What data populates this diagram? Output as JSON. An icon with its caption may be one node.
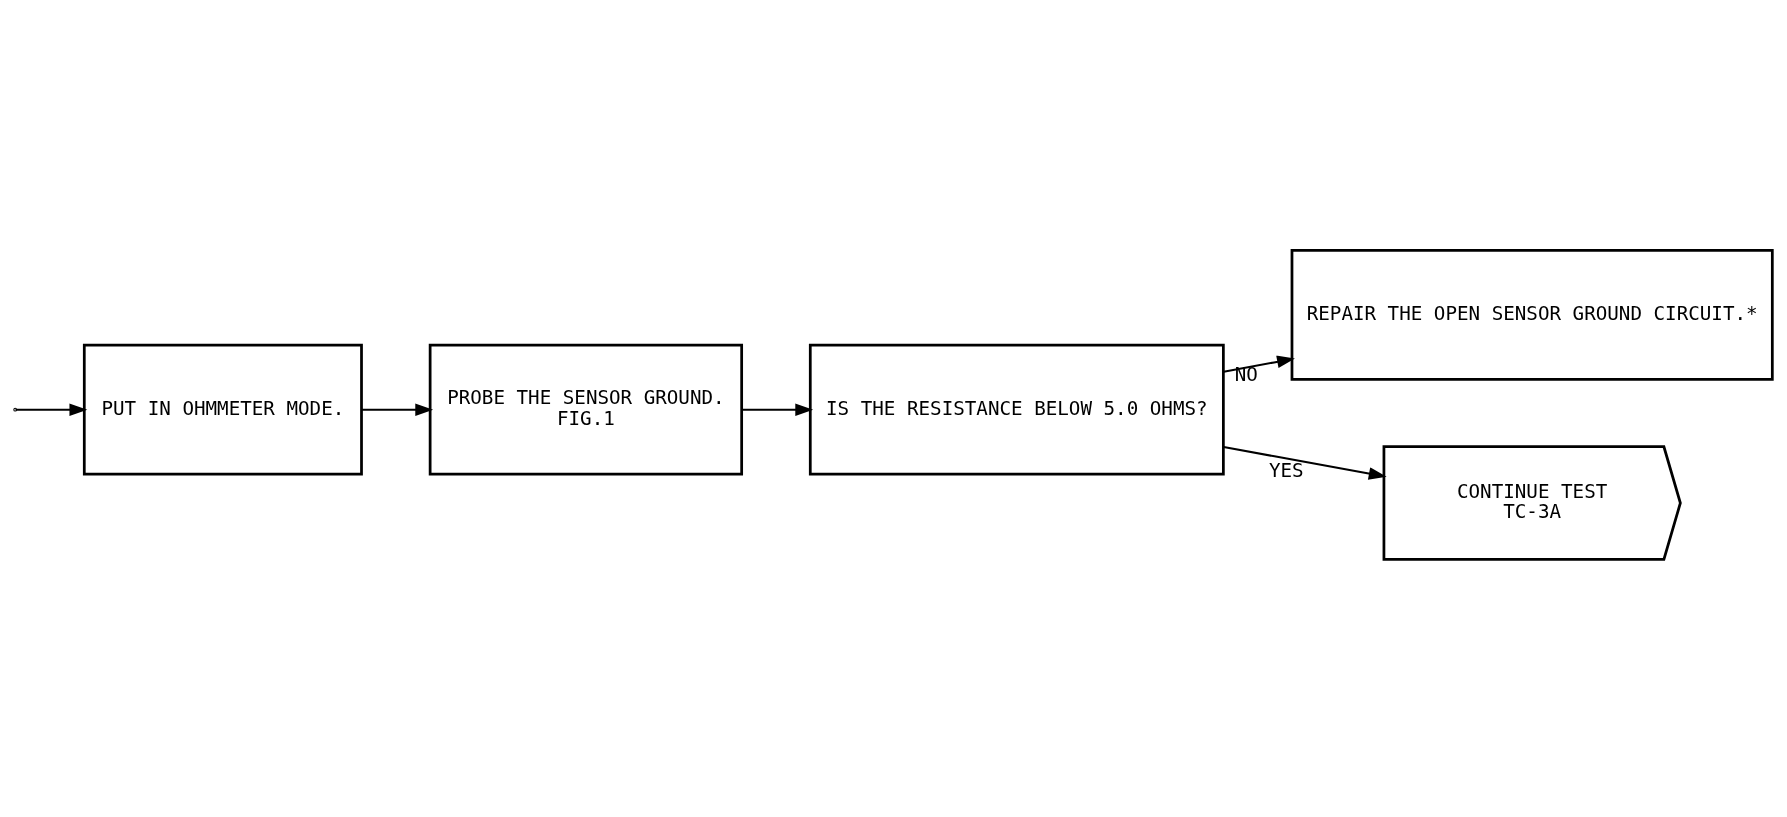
{
  "diagram": {
    "nodes": [
      {
        "text": [
          "PUT IN OHMMETER MODE."
        ]
      },
      {
        "text": [
          "PROBE THE SENSOR GROUND.",
          "FIG.1"
        ]
      },
      {
        "text": [
          "IS THE RESISTANCE BELOW 5.0 OHMS?"
        ]
      },
      {
        "text": [
          "REPAIR THE OPEN SENSOR GROUND CIRCUIT.*"
        ]
      },
      {
        "text": [
          "CONTINUE TEST",
          "TC-3A"
        ]
      }
    ],
    "edges": [
      {
        "from": null,
        "to": 0,
        "arrow": "to"
      },
      {
        "from": 0,
        "to": 1,
        "arrow": "to"
      },
      {
        "from": 1,
        "to": 2,
        "arrow": "to"
      },
      {
        "from": 2,
        "to": 3,
        "arrow": "to",
        "label": "NO"
      },
      {
        "from": 2,
        "to": 4,
        "arrow": "to",
        "label": "YES"
      }
    ]
  }
}
